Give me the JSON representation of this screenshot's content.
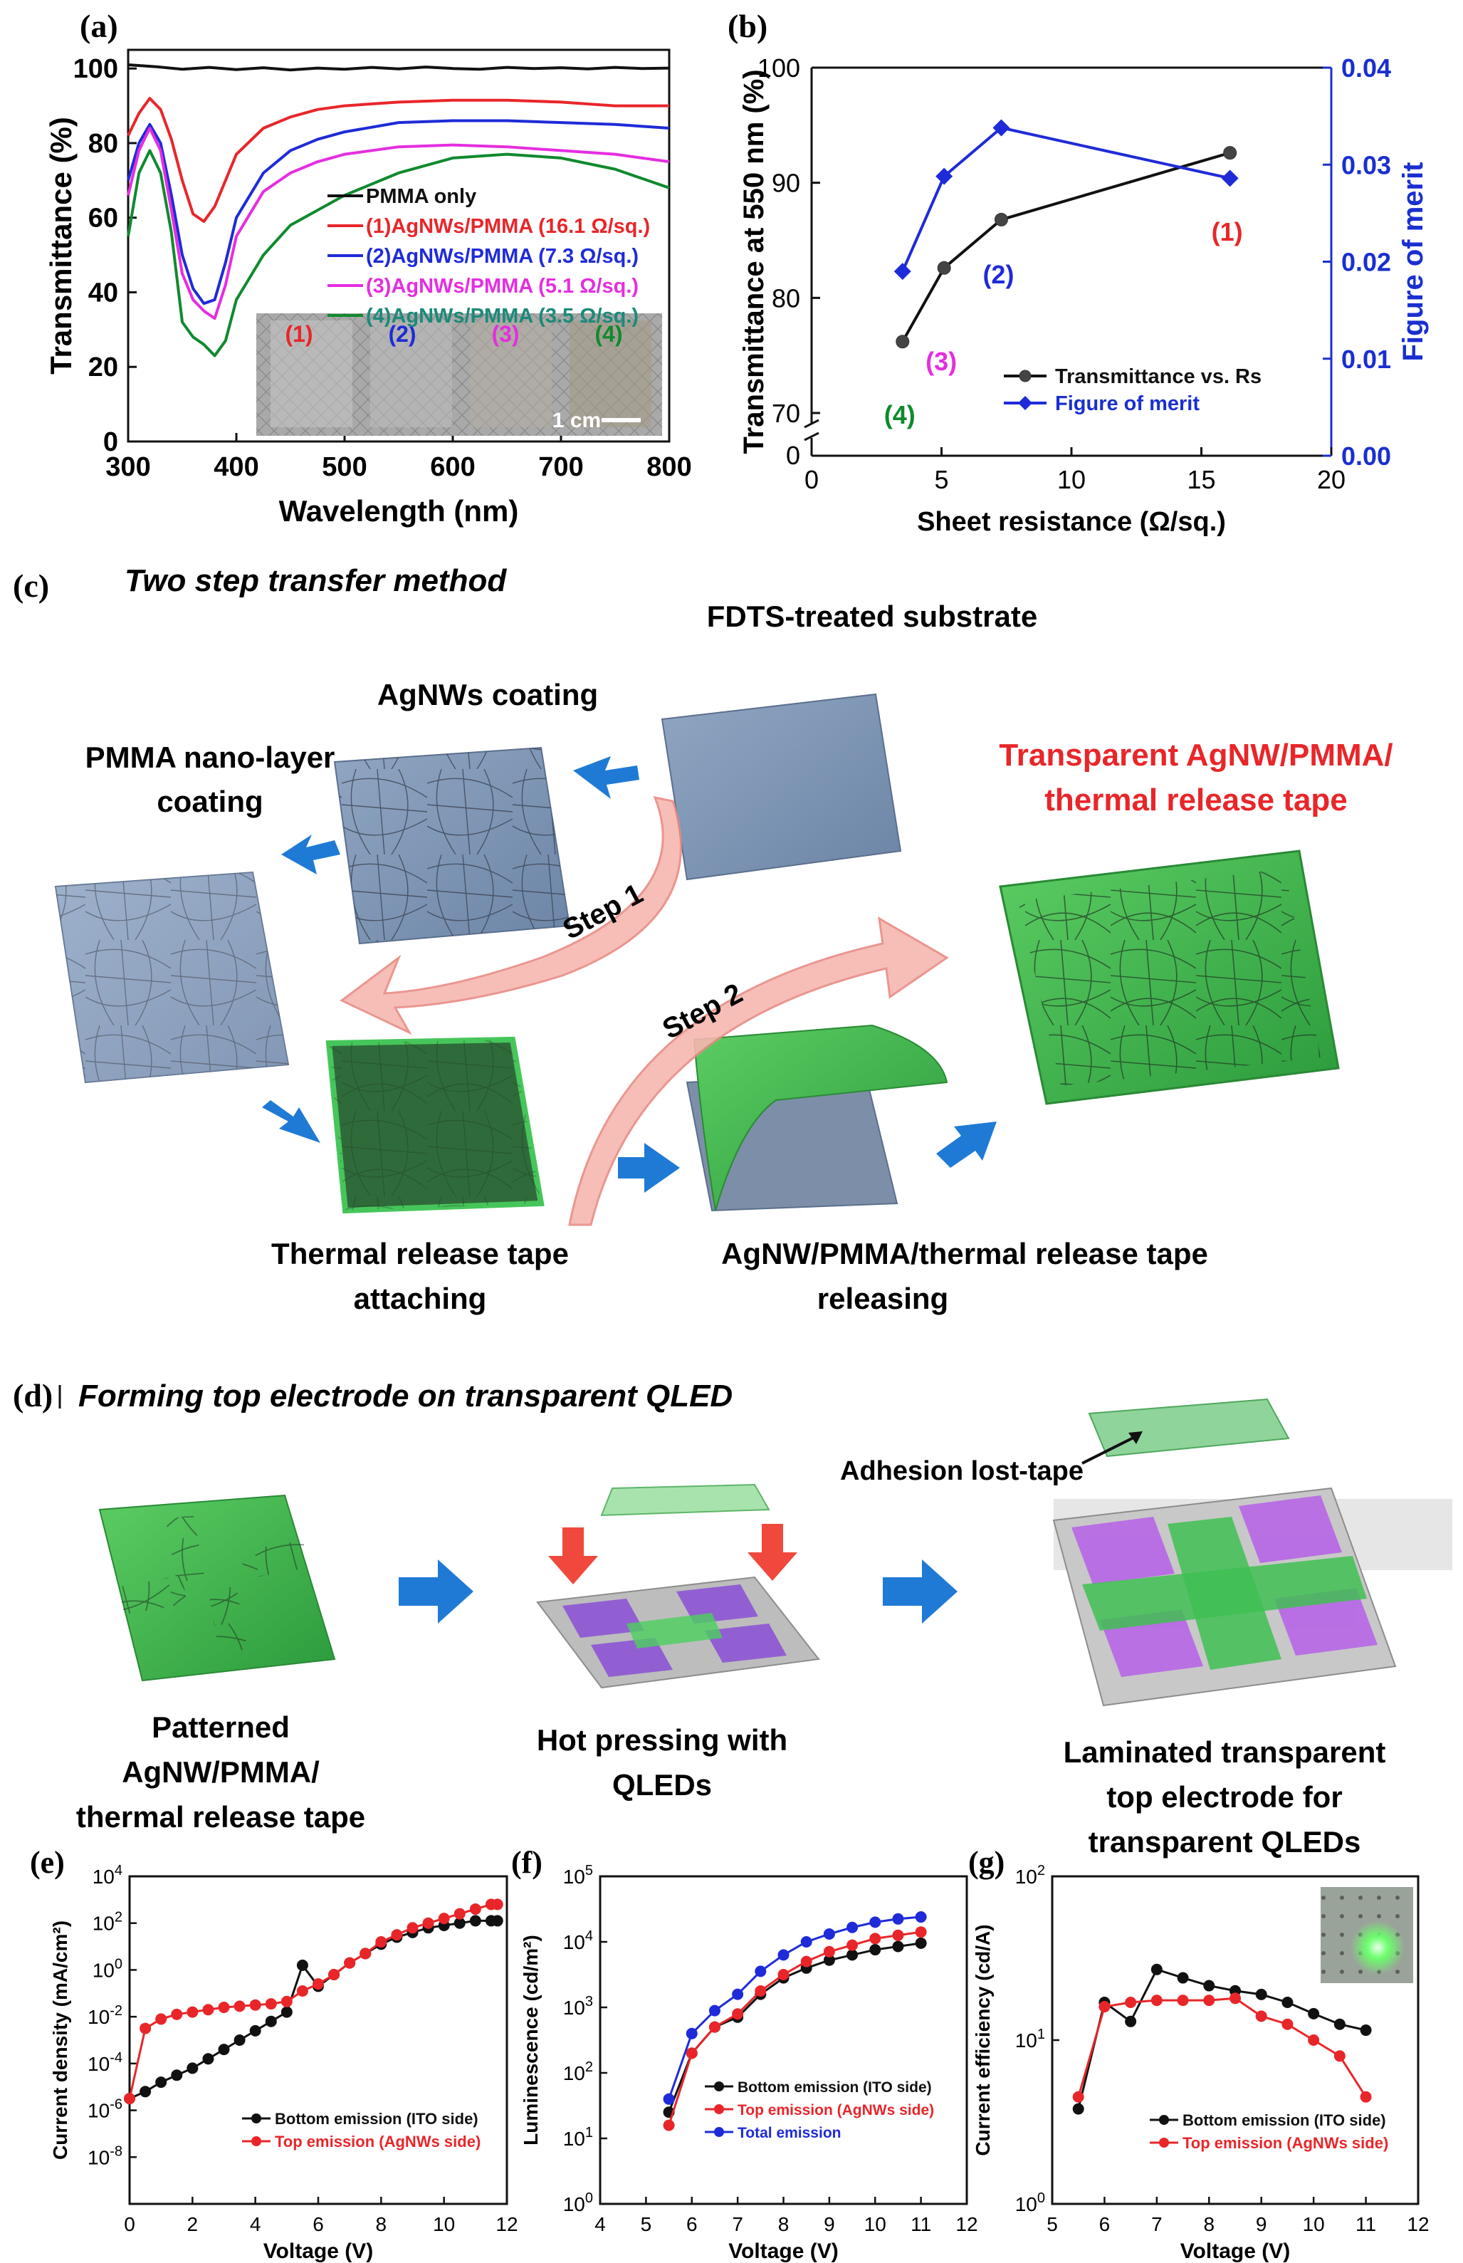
{
  "panels": {
    "a": "(a)",
    "b": "(b)",
    "c": "(c)",
    "d": "(d)",
    "e": "(e)",
    "f": "(f)",
    "g": "(g)"
  },
  "colors": {
    "black": "#111111",
    "red": "#e8262a",
    "blue": "#1f2bd8",
    "magenta": "#e52ee0",
    "green": "#0f8a2e",
    "teal": "#1c8a78",
    "axis_blue": "#1a2fd0",
    "tape_green": "#3fb34f",
    "arrow_blue": "#1f7ad6",
    "arrow_red": "#f05a50",
    "substrate": "#7e95b3",
    "title_red": "#e8262a"
  },
  "chart_data": [
    {
      "id": "a",
      "type": "line",
      "xlabel": "Wavelength (nm)",
      "ylabel": "Transmittance (%)",
      "xlim": [
        300,
        800
      ],
      "ylim": [
        0,
        105
      ],
      "xticks": [
        300,
        400,
        500,
        600,
        700,
        800
      ],
      "yticks": [
        0,
        20,
        40,
        60,
        80,
        100
      ],
      "series": [
        {
          "name": "PMMA only",
          "color": "#111111",
          "x": [
            300,
            325,
            350,
            375,
            400,
            425,
            450,
            475,
            500,
            525,
            550,
            575,
            600,
            625,
            650,
            675,
            700,
            725,
            750,
            775,
            800
          ],
          "y": [
            101,
            100.5,
            99.8,
            100.3,
            99.7,
            100.2,
            99.6,
            100.1,
            99.8,
            100.3,
            99.9,
            100.4,
            100.0,
            99.8,
            100.3,
            100.0,
            100.2,
            99.9,
            100.3,
            100.0,
            100.1
          ]
        },
        {
          "name": "(1)AgNWs/PMMA (16.1 Ω/sq.)",
          "color": "#e8262a",
          "x": [
            300,
            310,
            320,
            330,
            340,
            350,
            360,
            370,
            380,
            390,
            400,
            425,
            450,
            475,
            500,
            550,
            600,
            650,
            700,
            750,
            800
          ],
          "y": [
            82,
            88,
            92,
            89,
            81,
            70,
            61,
            59,
            63,
            70,
            77,
            84,
            87,
            89,
            90,
            91,
            91.5,
            91.5,
            91,
            90,
            90
          ]
        },
        {
          "name": "(2)AgNWs/PMMA (7.3 Ω/sq.)",
          "color": "#1f2bd8",
          "x": [
            300,
            310,
            320,
            330,
            340,
            350,
            360,
            370,
            380,
            390,
            400,
            425,
            450,
            475,
            500,
            550,
            600,
            650,
            700,
            750,
            800
          ],
          "y": [
            70,
            80,
            85,
            80,
            66,
            50,
            41,
            37,
            38,
            48,
            60,
            72,
            78,
            81,
            83,
            85.5,
            86,
            86,
            85.5,
            85,
            84
          ]
        },
        {
          "name": "(3)AgNWs/PMMA (5.1 Ω/sq.)",
          "color": "#e52ee0",
          "x": [
            300,
            310,
            320,
            330,
            340,
            350,
            360,
            370,
            380,
            390,
            400,
            425,
            450,
            475,
            500,
            550,
            600,
            650,
            700,
            750,
            800
          ],
          "y": [
            66,
            78,
            84,
            78,
            62,
            45,
            38,
            35,
            33,
            42,
            55,
            67,
            72,
            75,
            77,
            79,
            79.5,
            79,
            78,
            77,
            75
          ]
        },
        {
          "name": "(4)AgNWs/PMMA (3.5 Ω/sq.)",
          "color": "#0f8a2e",
          "x": [
            300,
            310,
            320,
            330,
            340,
            350,
            360,
            370,
            380,
            390,
            400,
            425,
            450,
            475,
            500,
            550,
            600,
            650,
            700,
            750,
            800
          ],
          "y": [
            55,
            72,
            78,
            72,
            56,
            32,
            28,
            26,
            23,
            27,
            38,
            50,
            58,
            62,
            66,
            72,
            76,
            77,
            76,
            73,
            68
          ]
        }
      ],
      "legend_text_colors": [
        "#111111",
        "#e8262a",
        "#1f2bd8",
        "#e52ee0",
        "#1c8a78"
      ],
      "inset": {
        "labels": [
          "(1)",
          "(2)",
          "(3)",
          "(4)"
        ],
        "label_colors": [
          "#e8262a",
          "#1f2bd8",
          "#e52ee0",
          "#0f8a2e"
        ],
        "scale_label": "1 cm"
      }
    },
    {
      "id": "b",
      "type": "line",
      "xlabel": "Sheet resistance (Ω/sq.)",
      "ylabel": "Transmittance at 550 nm (%)",
      "y2label": "Figure of merit",
      "xlim": [
        0,
        20
      ],
      "xticks": [
        0,
        5,
        10,
        15,
        20
      ],
      "ylim_upper": [
        70,
        100
      ],
      "yticks": [
        0,
        70,
        80,
        90,
        100
      ],
      "y2lim": [
        0,
        0.04
      ],
      "y2ticks": [
        "0.00",
        "0.01",
        "0.02",
        "0.03",
        "0.04"
      ],
      "series": [
        {
          "name": "Transmittance vs. Rs",
          "color": "#111111",
          "x": [
            3.5,
            5.1,
            7.3,
            16.1
          ],
          "y": [
            76.2,
            82.6,
            86.8,
            92.6
          ]
        },
        {
          "name": "Figure of merit",
          "color": "#1f2bd8",
          "x": [
            3.5,
            5.1,
            7.3,
            16.1
          ],
          "y": [
            0.019,
            0.0288,
            0.0338,
            0.0286
          ]
        }
      ],
      "point_labels": [
        {
          "text": "(4)",
          "x": 3.5,
          "color": "#0f8a2e"
        },
        {
          "text": "(3)",
          "x": 5.1,
          "color": "#e52ee0"
        },
        {
          "text": "(2)",
          "x": 7.3,
          "color": "#1f2bd8"
        },
        {
          "text": "(1)",
          "x": 16.1,
          "color": "#e8262a"
        }
      ]
    },
    {
      "id": "e",
      "type": "line",
      "xlabel": "Voltage (V)",
      "ylabel": "Current density (mA/cm²)",
      "xlim": [
        0,
        12
      ],
      "xticks": [
        0,
        2,
        4,
        6,
        8,
        10,
        12
      ],
      "ylog": true,
      "ylim_exp": [
        -10,
        4
      ],
      "ytick_exps": [
        -8,
        -6,
        -4,
        -2,
        0,
        2,
        4
      ],
      "series": [
        {
          "name": "Bottom emission (ITO side)",
          "color": "#111111",
          "x": [
            0,
            0.5,
            1,
            1.5,
            2,
            2.5,
            3,
            3.5,
            4,
            4.5,
            5,
            5.5,
            6,
            6.5,
            7,
            7.5,
            8,
            8.5,
            9,
            9.5,
            10,
            10.5,
            11,
            11.5,
            11.7
          ],
          "y_exp": [
            -5.5,
            -5.2,
            -4.8,
            -4.5,
            -4.2,
            -3.8,
            -3.4,
            -3.0,
            -2.6,
            -2.2,
            -1.8,
            0.2,
            -0.7,
            -0.2,
            0.3,
            0.7,
            1.1,
            1.4,
            1.6,
            1.8,
            1.9,
            2.0,
            2.1,
            2.1,
            2.1
          ]
        },
        {
          "name": "Top emission (AgNWs side)",
          "color": "#e8262a",
          "x": [
            0,
            0.5,
            1,
            1.5,
            2,
            2.5,
            3,
            3.5,
            4,
            4.5,
            5,
            5.5,
            6,
            6.5,
            7,
            7.5,
            8,
            8.5,
            9,
            9.5,
            10,
            10.5,
            11,
            11.5,
            11.7
          ],
          "y_exp": [
            -5.5,
            -2.5,
            -2.1,
            -1.9,
            -1.8,
            -1.7,
            -1.6,
            -1.55,
            -1.5,
            -1.45,
            -1.35,
            -0.9,
            -0.6,
            -0.2,
            0.3,
            0.7,
            1.2,
            1.5,
            1.8,
            2.0,
            2.2,
            2.4,
            2.6,
            2.8,
            2.8
          ]
        }
      ]
    },
    {
      "id": "f",
      "type": "line",
      "xlabel": "Voltage (V)",
      "ylabel": "Luminescence (cd/m²)",
      "xlim": [
        4,
        12
      ],
      "xticks": [
        4,
        5,
        6,
        7,
        8,
        9,
        10,
        11,
        12
      ],
      "ylog": true,
      "ylim_exp": [
        0,
        5
      ],
      "ytick_exps": [
        0,
        1,
        2,
        3,
        4,
        5
      ],
      "series": [
        {
          "name": "Bottom emission (ITO side)",
          "color": "#111111",
          "x": [
            5.5,
            6,
            6.5,
            7,
            7.5,
            8,
            8.5,
            9,
            9.5,
            10,
            10.5,
            11
          ],
          "y_exp": [
            1.4,
            2.3,
            2.7,
            2.85,
            3.2,
            3.45,
            3.6,
            3.72,
            3.8,
            3.88,
            3.93,
            3.98
          ]
        },
        {
          "name": "Top emission (AgNWs side)",
          "color": "#e8262a",
          "x": [
            5.5,
            6,
            6.5,
            7,
            7.5,
            8,
            8.5,
            9,
            9.5,
            10,
            10.5,
            11
          ],
          "y_exp": [
            1.2,
            2.3,
            2.7,
            2.9,
            3.25,
            3.5,
            3.7,
            3.85,
            3.95,
            4.05,
            4.1,
            4.15
          ]
        },
        {
          "name": "Total emission",
          "color": "#1f2bd8",
          "x": [
            5.5,
            6,
            6.5,
            7,
            7.5,
            8,
            8.5,
            9,
            9.5,
            10,
            10.5,
            11
          ],
          "y_exp": [
            1.6,
            2.6,
            2.95,
            3.2,
            3.55,
            3.8,
            4.0,
            4.12,
            4.22,
            4.3,
            4.35,
            4.38
          ]
        }
      ]
    },
    {
      "id": "g",
      "type": "line",
      "xlabel": "Voltage (V)",
      "ylabel": "Current efficiency (cd/A)",
      "xlim": [
        5,
        12
      ],
      "xticks": [
        5,
        6,
        7,
        8,
        9,
        10,
        11,
        12
      ],
      "ylog": true,
      "ylim_exp": [
        0,
        2
      ],
      "ytick_exps": [
        0,
        1,
        2
      ],
      "series": [
        {
          "name": "Bottom emission (ITO side)",
          "color": "#111111",
          "x": [
            5.5,
            6,
            6.5,
            7,
            7.5,
            8,
            8.5,
            9,
            9.5,
            10,
            10.5,
            11
          ],
          "y": [
            3.8,
            17,
            13,
            27,
            24,
            21.5,
            20,
            19,
            17,
            14.5,
            12.5,
            11.5
          ]
        },
        {
          "name": "Top emission (AgNWs side)",
          "color": "#e8262a",
          "x": [
            5.5,
            6,
            6.5,
            7,
            7.5,
            8,
            8.5,
            9,
            9.5,
            10,
            10.5,
            11
          ],
          "y": [
            4.5,
            16,
            17,
            17.5,
            17.5,
            17.5,
            18,
            14,
            12.5,
            10,
            8,
            4.5
          ]
        }
      ]
    }
  ],
  "panel_c": {
    "title": "Two step transfer method",
    "labels": {
      "fdts": "FDTS-treated substrate",
      "agnws": "AgNWs coating",
      "pmma1": "PMMA nano-layer",
      "pmma2": "coating",
      "result1": "Transparent AgNW/PMMA/",
      "result2": "thermal release tape",
      "thermal1": "Thermal release tape",
      "thermal2": "attaching",
      "release1": "AgNW/PMMA/thermal release tape",
      "release2": "releasing",
      "step1": "Step 1",
      "step2": "Step 2"
    }
  },
  "panel_d": {
    "title": "Forming top electrode on transparent QLED",
    "labels": {
      "patterned1": "Patterned",
      "patterned2": "AgNW/PMMA/",
      "patterned3": "thermal release tape",
      "hot1": "Hot pressing with",
      "hot2": "QLEDs",
      "lam1": "Laminated transparent",
      "lam2": "top electrode for",
      "lam3": "transparent QLEDs",
      "adhesion": "Adhesion  lost-tape"
    }
  }
}
